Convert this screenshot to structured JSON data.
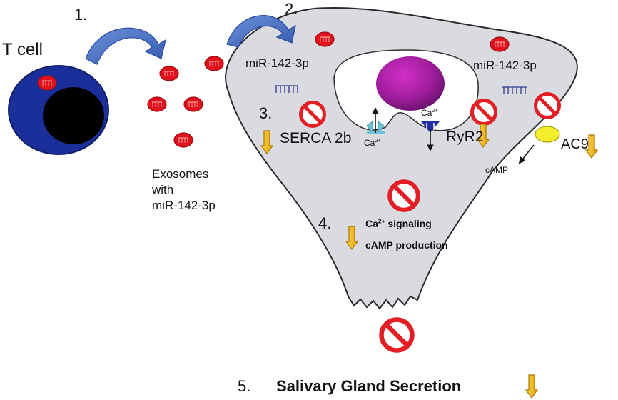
{
  "labels": {
    "t_cell": "T cell",
    "step1": "1.",
    "step2": "2.",
    "step3": "3.",
    "step4": "4.",
    "step5": "5.",
    "exosomes_line1": "Exosomes",
    "exosomes_line2": "with",
    "exosomes_line3": "miR-142-3p",
    "mir_left": "miR-142-3p",
    "mir_right": "miR-142-3p",
    "serca": "SERCA 2b",
    "ryr2": "RyR2",
    "ac9": "AC9",
    "camp": "cAMP",
    "ca_left_base": "Ca",
    "ca_left_sup": "2+",
    "ca_right_base": "Ca",
    "ca_right_sup": "2+",
    "ca_signaling_base": "Ca",
    "ca_signaling_sup": "2+",
    "ca_signaling_rest": " signaling",
    "camp_production": "cAMP production",
    "secretion": "Salivary Gland Secretion"
  },
  "colors": {
    "t_cell_outer": "#1a2f9a",
    "t_cell_nucleus": "#000000",
    "exosome": "#e0121b",
    "cell_body": "#d9dbe0",
    "nucleus": "#8b1a8b",
    "prohibit": "#e41e25",
    "down_arrow": "#f5c51c",
    "ac9": "#f3ee2b",
    "arrow_blue": "#4472c4",
    "pump_serca": "#6fc3d6",
    "channel_ryr2": "#1f2fa0"
  },
  "icons": [
    "curved-arrow-icon",
    "prohibited-icon",
    "down-arrow-icon",
    "exosome-icon",
    "mirna-icon"
  ]
}
